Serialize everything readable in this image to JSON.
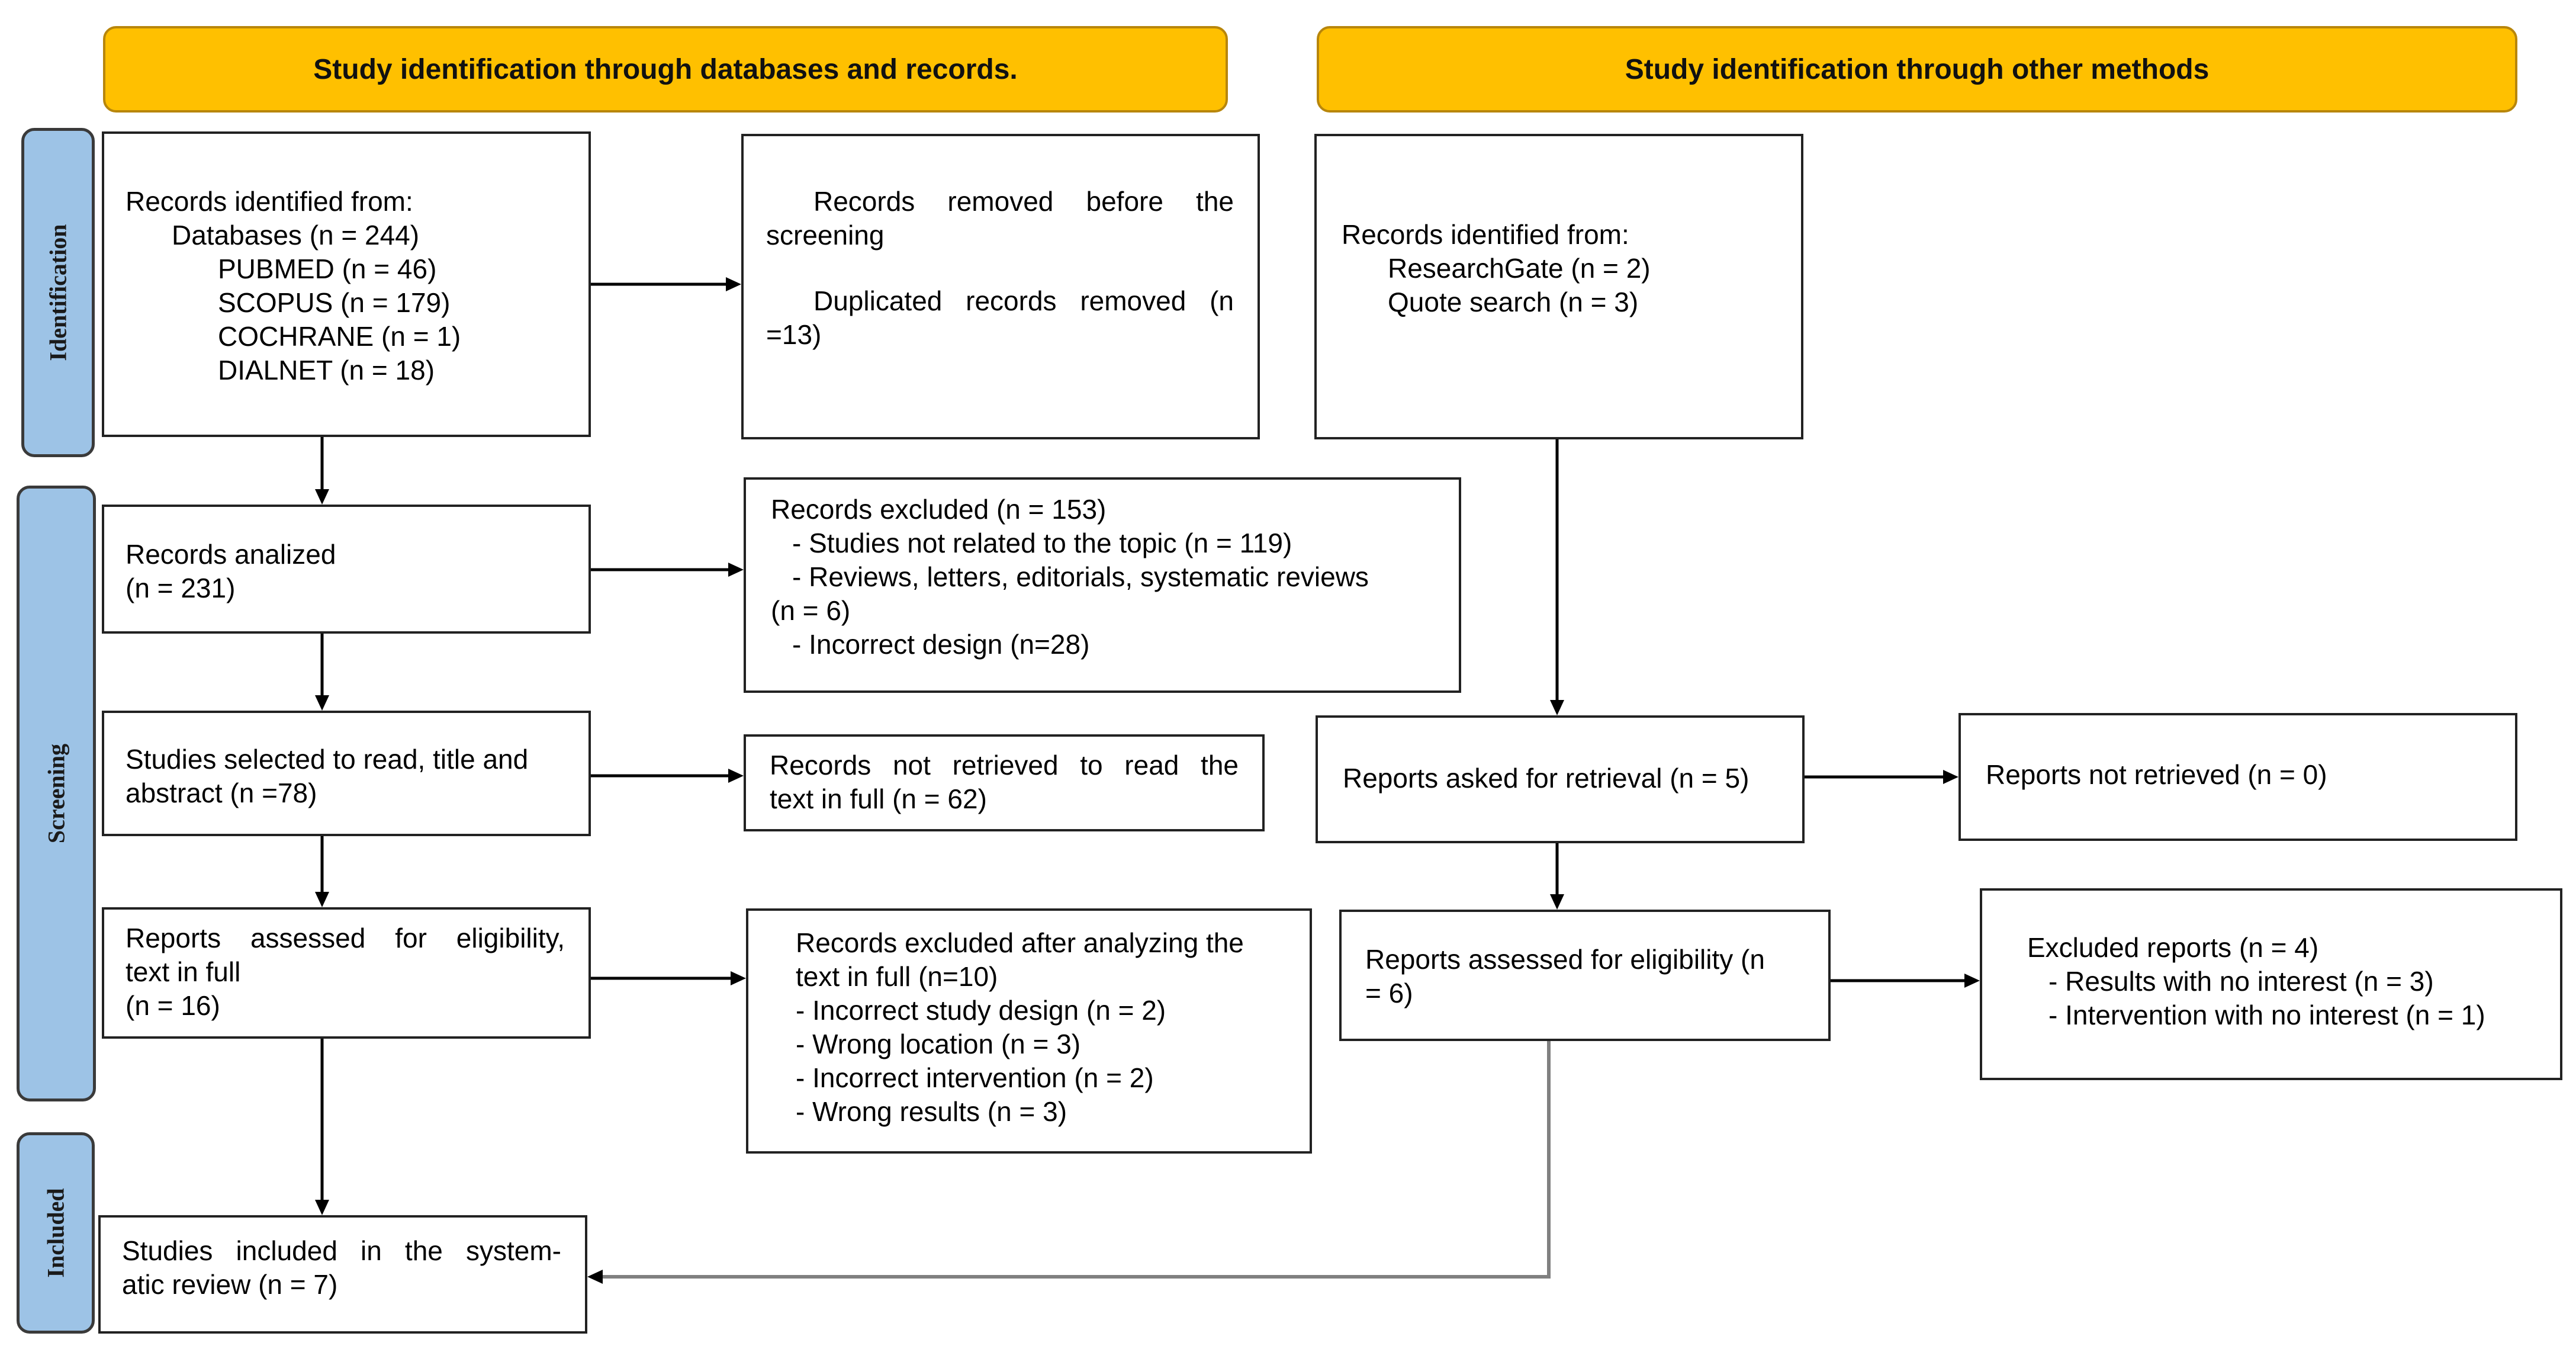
{
  "headers": {
    "databases": "Study identification through databases and records.",
    "other": "Study identification through other methods"
  },
  "phases": {
    "identification": "Identification",
    "screening": "Screening",
    "included": "Included"
  },
  "boxes": {
    "records_identified": {
      "title": "Records identified from:",
      "databases": "Databases (n = 244)",
      "sources": [
        "PUBMED (n = 46)",
        "SCOPUS (n = 179)",
        "COCHRANE (n = 1)",
        "DIALNET (n = 18)"
      ]
    },
    "records_removed": {
      "line1": "Records removed before the screening",
      "line2": "Duplicated records removed (n =13)"
    },
    "other_identified": {
      "title": "Records identified from:",
      "sources": [
        "ResearchGate (n = 2)",
        "Quote search (n = 3)"
      ]
    },
    "records_analized": {
      "line1": "Records analized",
      "line2": "(n = 231)"
    },
    "records_excluded": {
      "title": "Records excluded (n = 153)",
      "items": [
        "- Studies not related to the topic (n = 119)",
        "- Reviews, letters, editorials, systematic reviews",
        "(n = 6)",
        "- Incorrect design (n=28)"
      ]
    },
    "studies_selected": {
      "line1": "Studies selected to read, title and",
      "line2": "abstract (n =78)"
    },
    "not_retrieved_read": {
      "line1": "Records not retrieved to read the",
      "line2": "text in full (n = 62)"
    },
    "reports_asked": {
      "text": "Reports asked for retrieval (n = 5)"
    },
    "reports_not_retrieved": {
      "text": "Reports not retrieved (n = 0)"
    },
    "reports_assessed": {
      "line1": "Reports assessed for eligibility,",
      "line2": "text in full",
      "line3": "(n = 16)"
    },
    "excluded_after": {
      "title": "Records excluded after analyzing the",
      "line2": "text in full (n=10)",
      "items": [
        "- Incorrect study design (n = 2)",
        "- Wrong location (n = 3)",
        "- Incorrect intervention (n = 2)",
        "- Wrong results (n = 3)"
      ]
    },
    "reports_assessed_other": {
      "line1": "Reports assessed for eligibility (n",
      "line2": "= 6)"
    },
    "excluded_reports": {
      "title": "Excluded reports (n = 4)",
      "items": [
        "- Results with no interest (n = 3)",
        "- Intervention with no interest (n = 1)"
      ]
    },
    "studies_included": {
      "line1": "Studies included in the system-",
      "line2": "atic review (n = 7)"
    }
  }
}
